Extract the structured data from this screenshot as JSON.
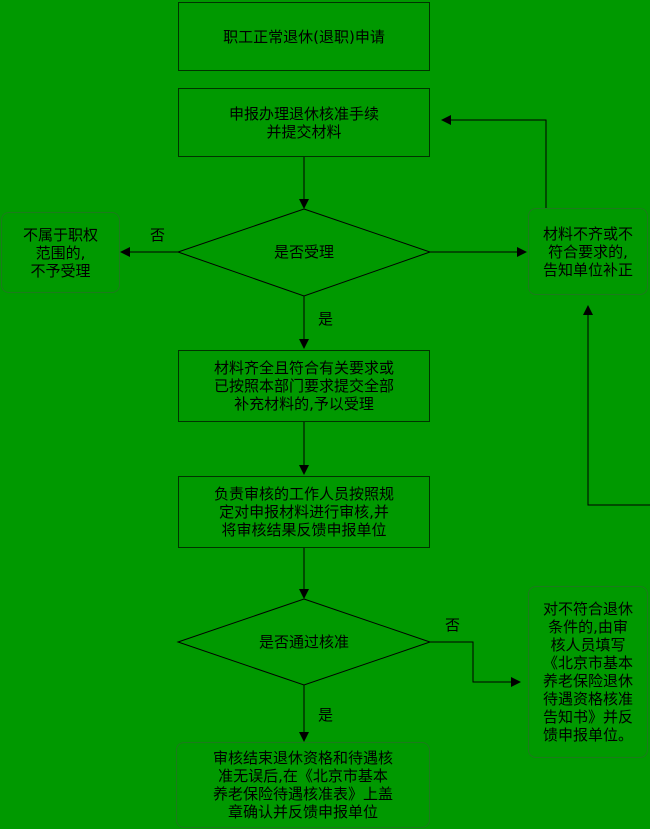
{
  "nodes": {
    "start": "职工正常退休(退职)申请",
    "submit": "申报办理退休核准手续\n并提交材料",
    "decision_accept": "是否受理",
    "reject_scope": "不属于职权\n范围的,\n不予受理",
    "incomplete": "材料不齐或不\n符合要求的,\n告知单位补正",
    "accepted": "材料齐全且符合有关要求或\n已按照本部门要求提交全部\n补充材料的,予以受理",
    "review": "负责审核的工作人员按照规\n定对申报材料进行审核,并\n将审核结果反馈申报单位",
    "decision_approve": "是否通过核准",
    "not_qualified": "对不符合退休\n条件的,由审\n核人员填写\n《北京市基本\n养老保险退休\n待遇资格核准\n告知书》并反\n馈申报单位。",
    "final": "审核结束退休资格和待遇核\n准无误后,在《北京市基本\n养老保险待遇核准表》上盖\n章确认并反馈申报单位"
  },
  "labels": {
    "no_1": "否",
    "yes_1": "是",
    "no_2": "否",
    "yes_2": "是"
  }
}
